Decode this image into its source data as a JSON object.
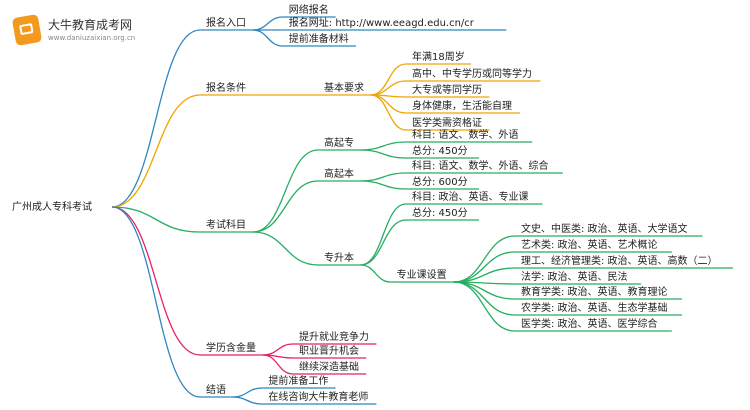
{
  "logo": {
    "title": "大牛教育成考网",
    "url": "www.daniuzaixian.org.cn"
  },
  "root": "广州成人专科考试",
  "branches": [
    {
      "label": "报名入口",
      "color": "#2e86c1",
      "children": [
        {
          "label": "网络报名"
        },
        {
          "label": "报名网址: http://www.eeagd.edu.cn/cr"
        },
        {
          "label": "提前准备材料"
        }
      ]
    },
    {
      "label": "报名条件",
      "color": "#f0a500",
      "children": [
        {
          "label": "基本要求",
          "children": [
            {
              "label": "年满18周岁"
            },
            {
              "label": "高中、中专学历或同等学力"
            },
            {
              "label": "大专或等同学历"
            },
            {
              "label": "身体健康，生活能自理"
            },
            {
              "label": "医学类需资格证"
            }
          ]
        }
      ]
    },
    {
      "label": "考试科目",
      "color": "#27ae60",
      "children": [
        {
          "label": "高起专",
          "children": [
            {
              "label": "科目: 语文、数学、外语"
            },
            {
              "label": "总分: 450分"
            }
          ]
        },
        {
          "label": "高起本",
          "children": [
            {
              "label": "科目: 语文、数学、外语、综合"
            },
            {
              "label": "总分: 600分"
            }
          ]
        },
        {
          "label": "专升本",
          "children": [
            {
              "label": "科目: 政治、英语、专业课"
            },
            {
              "label": "总分: 450分"
            },
            {
              "label": "专业课设置",
              "children": [
                {
                  "label": "文史、中医类: 政治、英语、大学语文"
                },
                {
                  "label": "艺术类: 政治、英语、艺术概论"
                },
                {
                  "label": "理工、经济管理类: 政治、英语、高数（二）"
                },
                {
                  "label": "法学: 政治、英语、民法"
                },
                {
                  "label": "教育学类: 政治、英语、教育理论"
                },
                {
                  "label": "农学类: 政治、英语、生态学基础"
                },
                {
                  "label": "医学类: 政治、英语、医学综合"
                }
              ]
            }
          ]
        }
      ]
    },
    {
      "label": "学历含金量",
      "color": "#e91e63",
      "children": [
        {
          "label": "提升就业竞争力"
        },
        {
          "label": "职业晋升机会"
        },
        {
          "label": "继续深造基础"
        }
      ]
    },
    {
      "label": "结语",
      "color": "#2e86c1",
      "children": [
        {
          "label": "提前准备工作"
        },
        {
          "label": "在线咨询大牛教育老师"
        }
      ]
    }
  ]
}
